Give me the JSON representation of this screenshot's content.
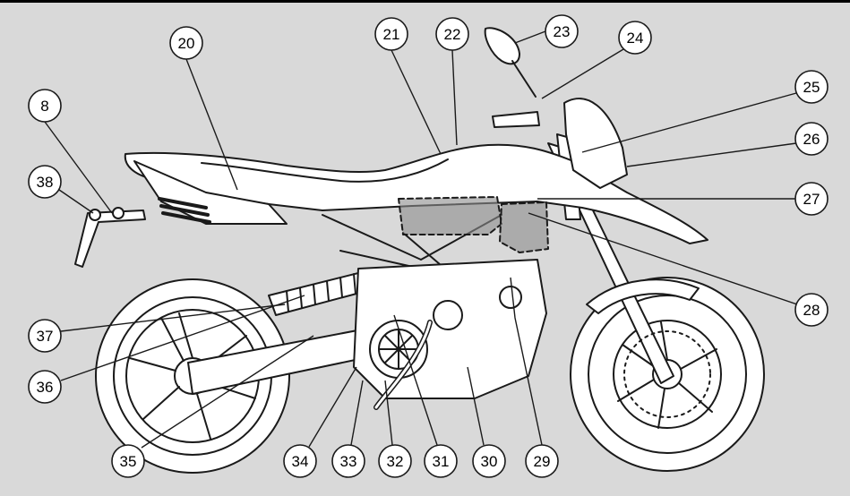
{
  "callouts": [
    {
      "label": "8"
    },
    {
      "label": "20"
    },
    {
      "label": "21"
    },
    {
      "label": "22"
    },
    {
      "label": "23"
    },
    {
      "label": "24"
    },
    {
      "label": "25"
    },
    {
      "label": "26"
    },
    {
      "label": "27"
    },
    {
      "label": "28"
    },
    {
      "label": "29"
    },
    {
      "label": "30"
    },
    {
      "label": "31"
    },
    {
      "label": "32"
    },
    {
      "label": "33"
    },
    {
      "label": "34"
    },
    {
      "label": "35"
    },
    {
      "label": "36"
    },
    {
      "label": "37"
    },
    {
      "label": "38"
    }
  ],
  "colors": {
    "background": "#d9d9d9",
    "outline": "#1a1a1a",
    "fill_light": "#ffffff",
    "fill_dark": "#8c8c8c"
  }
}
